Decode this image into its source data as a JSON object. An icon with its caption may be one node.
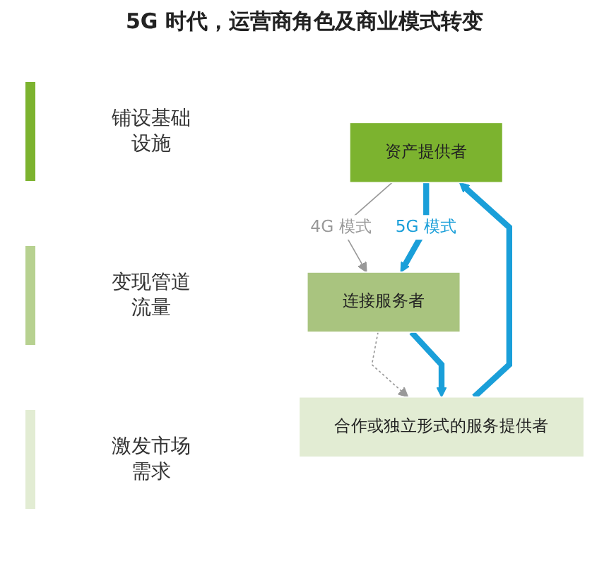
{
  "diagram": {
    "title": "5G 时代，运营商角色及商业模式转变",
    "nodes": [
      {
        "text": [
          "资产提供者"
        ]
      },
      {
        "text": [
          "连接服务者"
        ]
      },
      {
        "text": [
          "合作或独立形式的服务提供者"
        ]
      }
    ],
    "edges": [
      {
        "from": 0,
        "to": 1,
        "arrow": "to",
        "label": "4G 模式",
        "color": "#999999"
      },
      {
        "from": 0,
        "to": 1,
        "arrow": "to",
        "label": "5G 模式"
      },
      {
        "from": 1,
        "to": 2,
        "arrow": "to",
        "style": "dashed",
        "color": "#999999"
      },
      {
        "from": 1,
        "to": 2,
        "arrow": "to"
      },
      {
        "from": 2,
        "to": 0,
        "arrow": "to"
      }
    ],
    "legend": [
      {
        "text": "铺设基础设施",
        "color": "#7cb32f"
      },
      {
        "text": "变现管道流量",
        "color": "#b7d190"
      },
      {
        "text": "激发市场需求",
        "color": "#e2ecd3"
      }
    ]
  }
}
